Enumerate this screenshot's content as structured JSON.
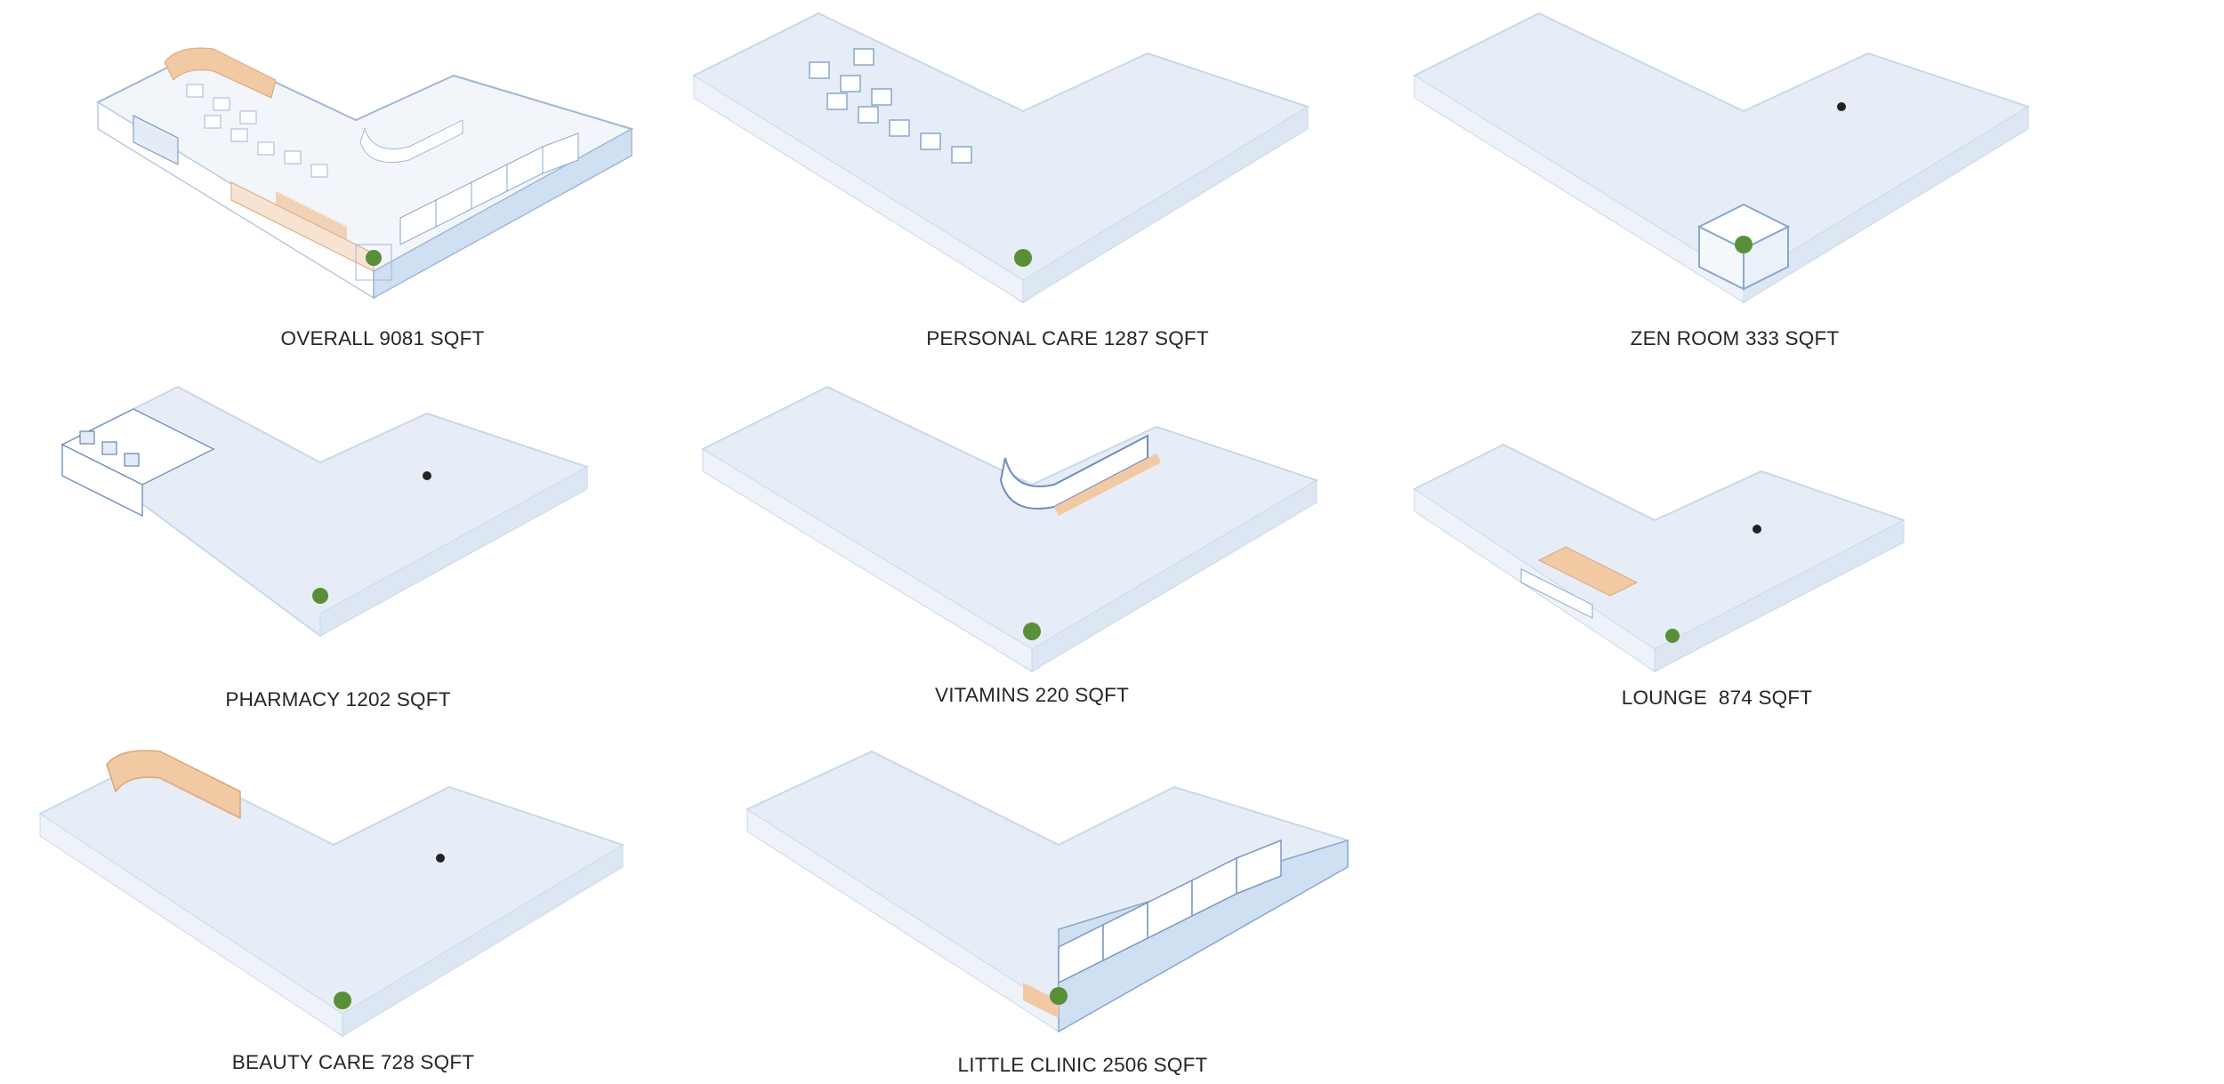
{
  "zones": [
    {
      "label": "OVERALL 9081 SQFT",
      "highlight": "overall"
    },
    {
      "label": "PERSONAL CARE 1287 SQFT",
      "highlight": "personal-care"
    },
    {
      "label": "ZEN ROOM 333 SQFT",
      "highlight": "zen-room"
    },
    {
      "label": "PHARMACY 1202 SQFT",
      "highlight": "pharmacy"
    },
    {
      "label": "VITAMINS 220 SQFT",
      "highlight": "vitamins"
    },
    {
      "label": "LOUNGE  874 SQFT",
      "highlight": "lounge"
    },
    {
      "label": "BEAUTY CARE 728 SQFT",
      "highlight": "beauty-care"
    },
    {
      "label": "LITTLE CLINIC 2506 SQFT",
      "highlight": "little-clinic"
    }
  ],
  "colors": {
    "ghost_floor": "#e6edf6",
    "ghost_wall": "#c9d8ea",
    "accent_wood": "#f1c9a3",
    "accent_white": "#ffffff",
    "plant": "#5a8f3a",
    "caption": "#262626"
  }
}
